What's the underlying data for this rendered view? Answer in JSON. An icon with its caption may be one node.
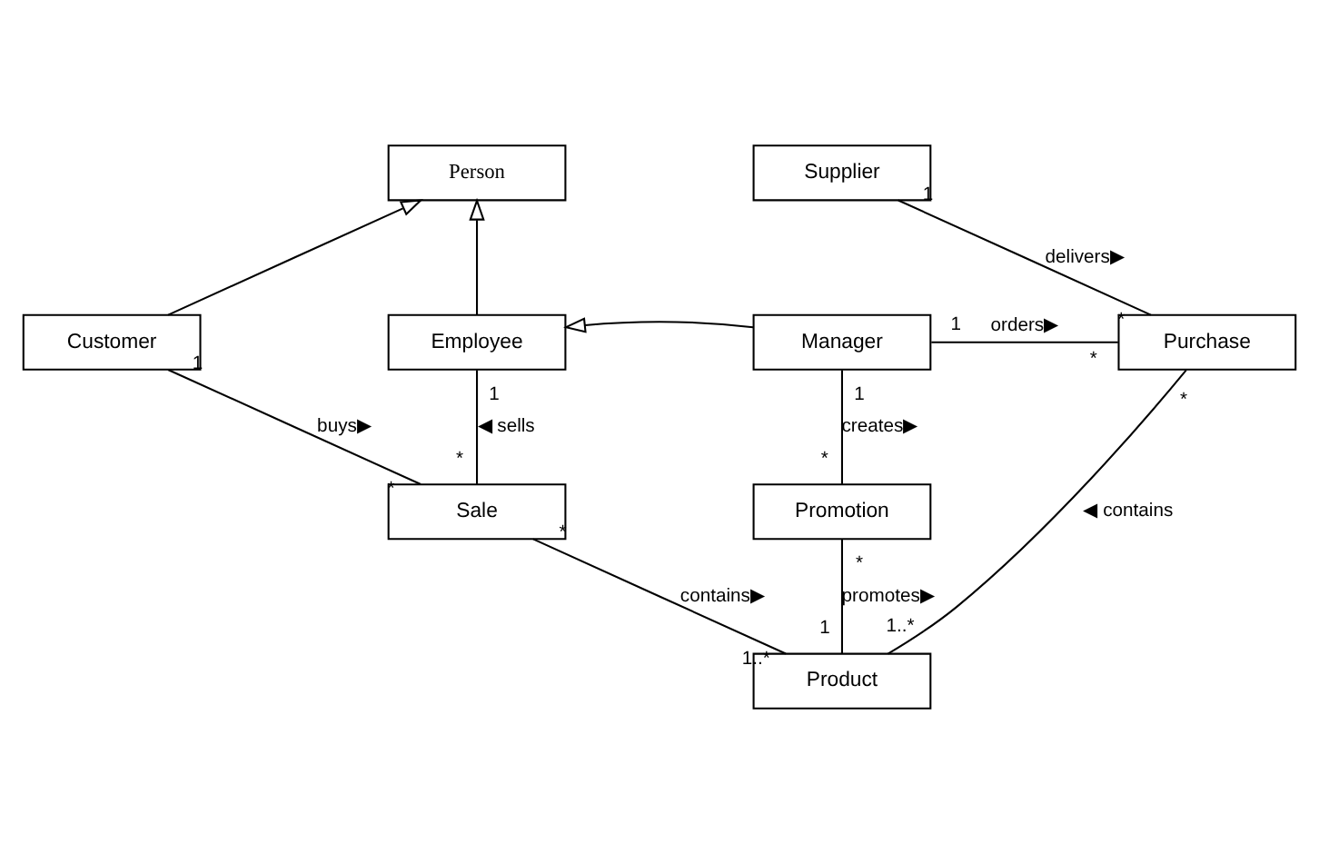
{
  "diagram": {
    "nodes": [
      {
        "text": [
          "Person"
        ]
      },
      {
        "text": [
          "Supplier"
        ]
      },
      {
        "text": [
          "Customer"
        ]
      },
      {
        "text": [
          "Employee"
        ]
      },
      {
        "text": [
          "Manager"
        ]
      },
      {
        "text": [
          "Purchase"
        ]
      },
      {
        "text": [
          "Sale"
        ]
      },
      {
        "text": [
          "Promotion"
        ]
      },
      {
        "text": [
          "Product"
        ]
      }
    ],
    "edges": [
      {
        "from": 2,
        "to": 0,
        "arrow": "to"
      },
      {
        "from": 3,
        "to": 0,
        "arrow": "to"
      },
      {
        "from": 4,
        "to": 3,
        "arrow": "to"
      },
      {
        "from": 1,
        "to": 5,
        "arrow": "none",
        "label": "delivers▶"
      },
      {
        "from": 4,
        "to": 5,
        "arrow": "none",
        "label": "orders▶"
      },
      {
        "from": 2,
        "to": 6,
        "arrow": "none",
        "label": "buys▶"
      },
      {
        "from": 3,
        "to": 6,
        "arrow": "none",
        "label": "◀ sells"
      },
      {
        "from": 4,
        "to": 7,
        "arrow": "none",
        "label": "creates▶"
      },
      {
        "from": 7,
        "to": 8,
        "arrow": "none",
        "label": "promotes▶"
      },
      {
        "from": 6,
        "to": 8,
        "arrow": "none",
        "label": "contains▶"
      },
      {
        "from": 5,
        "to": 8,
        "arrow": "none",
        "label": "◀ contains"
      }
    ],
    "labels": [
      "1",
      "*",
      "1",
      "*",
      "1",
      "*",
      "1",
      "*",
      "1",
      "*",
      "*",
      "1",
      "*",
      "1..*",
      "*",
      "1..*"
    ]
  }
}
